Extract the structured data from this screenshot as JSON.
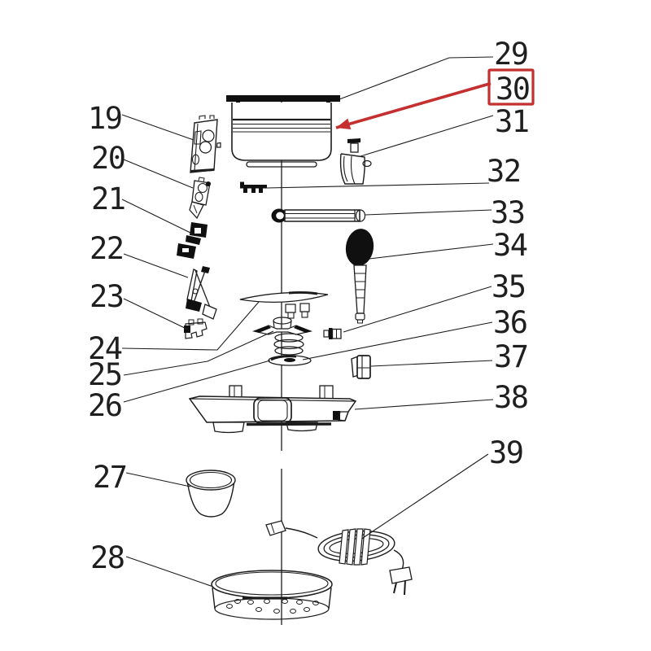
{
  "diagram": {
    "kind": "exploded-parts-diagram",
    "background_color": "#ffffff",
    "line_color": "#1c1c1c"
  },
  "highlight": {
    "part_number": "30",
    "color": "#c43030"
  },
  "labels": [
    "19",
    "20",
    "21",
    "22",
    "23",
    "24",
    "25",
    "26",
    "27",
    "28",
    "29",
    "30",
    "31",
    "32",
    "33",
    "34",
    "35",
    "36",
    "37",
    "38",
    "39"
  ]
}
